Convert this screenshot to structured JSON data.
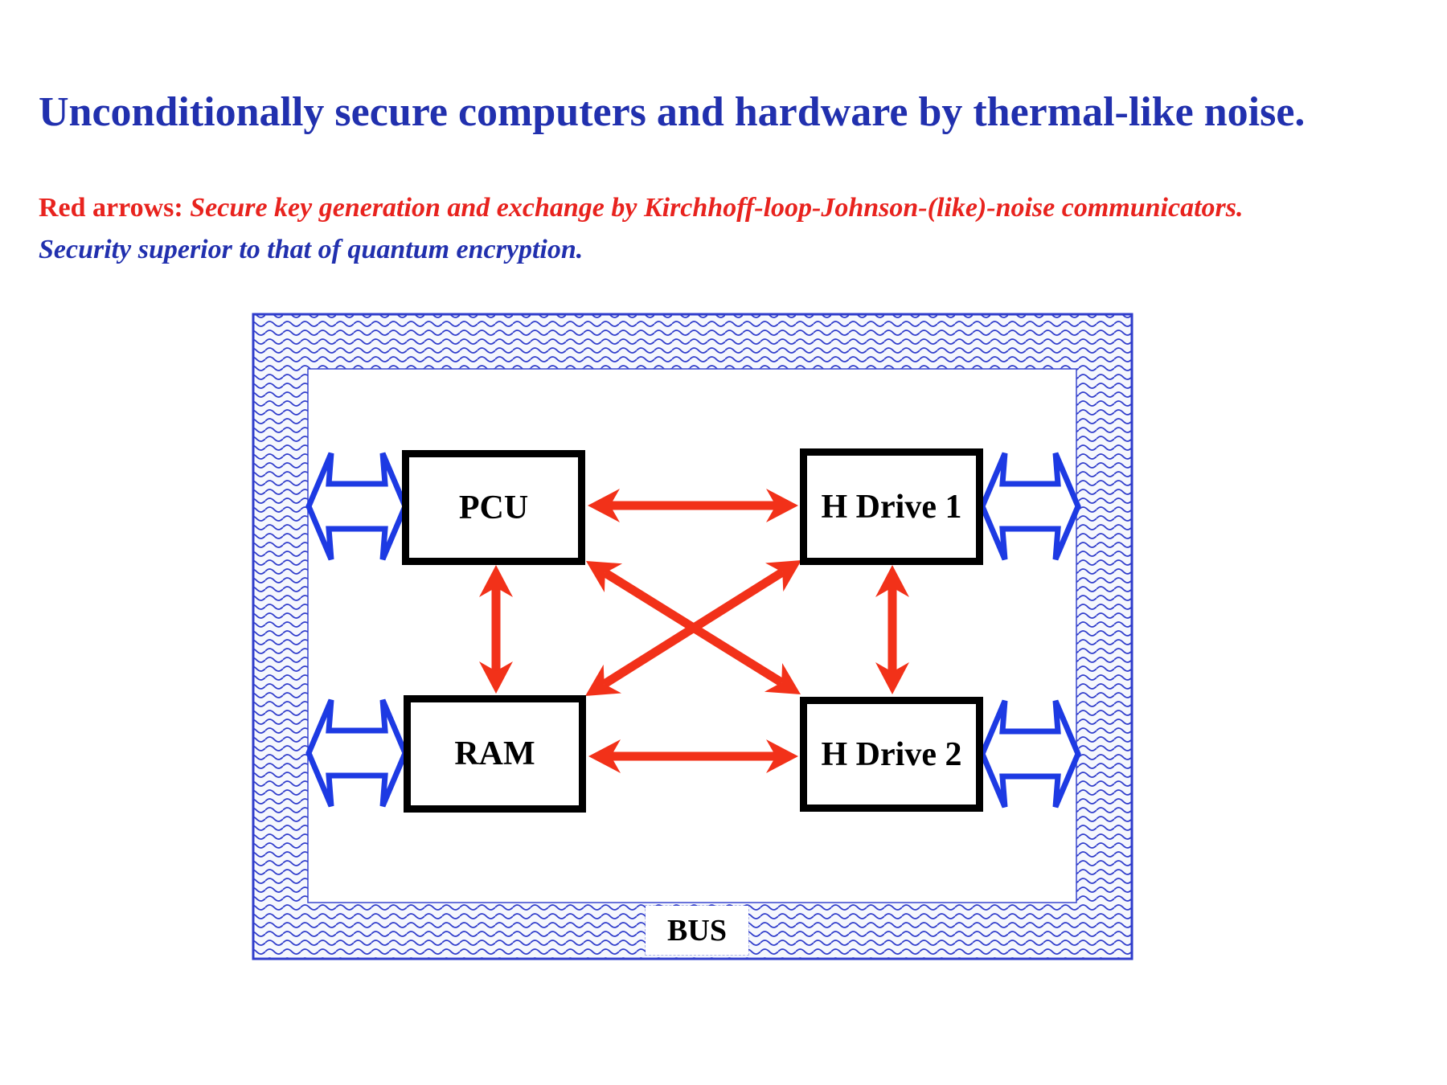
{
  "title": "Unconditionally secure computers and hardware by thermal-like noise.",
  "subtitle": {
    "lead": "Red arrows:",
    "text": "Secure key generation and exchange by Kirchhoff-loop-Johnson-(like)-noise communicators.",
    "note": "Security superior to that of quantum encryption."
  },
  "diagram": {
    "bus_label": "BUS",
    "boxes": [
      {
        "id": "pcu",
        "label": "PCU"
      },
      {
        "id": "hdrive1",
        "label": "H Drive 1"
      },
      {
        "id": "ram",
        "label": "RAM"
      },
      {
        "id": "hdrive2",
        "label": "H Drive 2"
      }
    ],
    "connections": [
      {
        "from": "PCU",
        "to": "H Drive 1",
        "type": "secure-key-exchange"
      },
      {
        "from": "RAM",
        "to": "H Drive 2",
        "type": "secure-key-exchange"
      },
      {
        "from": "PCU",
        "to": "RAM",
        "type": "secure-key-exchange"
      },
      {
        "from": "H Drive 1",
        "to": "H Drive 2",
        "type": "secure-key-exchange"
      },
      {
        "from": "PCU",
        "to": "H Drive 2",
        "type": "secure-key-exchange"
      },
      {
        "from": "RAM",
        "to": "H Drive 1",
        "type": "secure-key-exchange"
      }
    ],
    "bus_arrows": [
      {
        "attached_to": "PCU",
        "side": "left"
      },
      {
        "attached_to": "RAM",
        "side": "left"
      },
      {
        "attached_to": "H Drive 1",
        "side": "right"
      },
      {
        "attached_to": "H Drive 2",
        "side": "right"
      }
    ]
  },
  "colors": {
    "title_blue": "#2130AE",
    "text_red": "#E8231E",
    "arrow_red": "#F23119",
    "arrow_blue": "#1D3AE3",
    "hatch_blue": "#2F3CCB",
    "box_border": "#000000"
  }
}
